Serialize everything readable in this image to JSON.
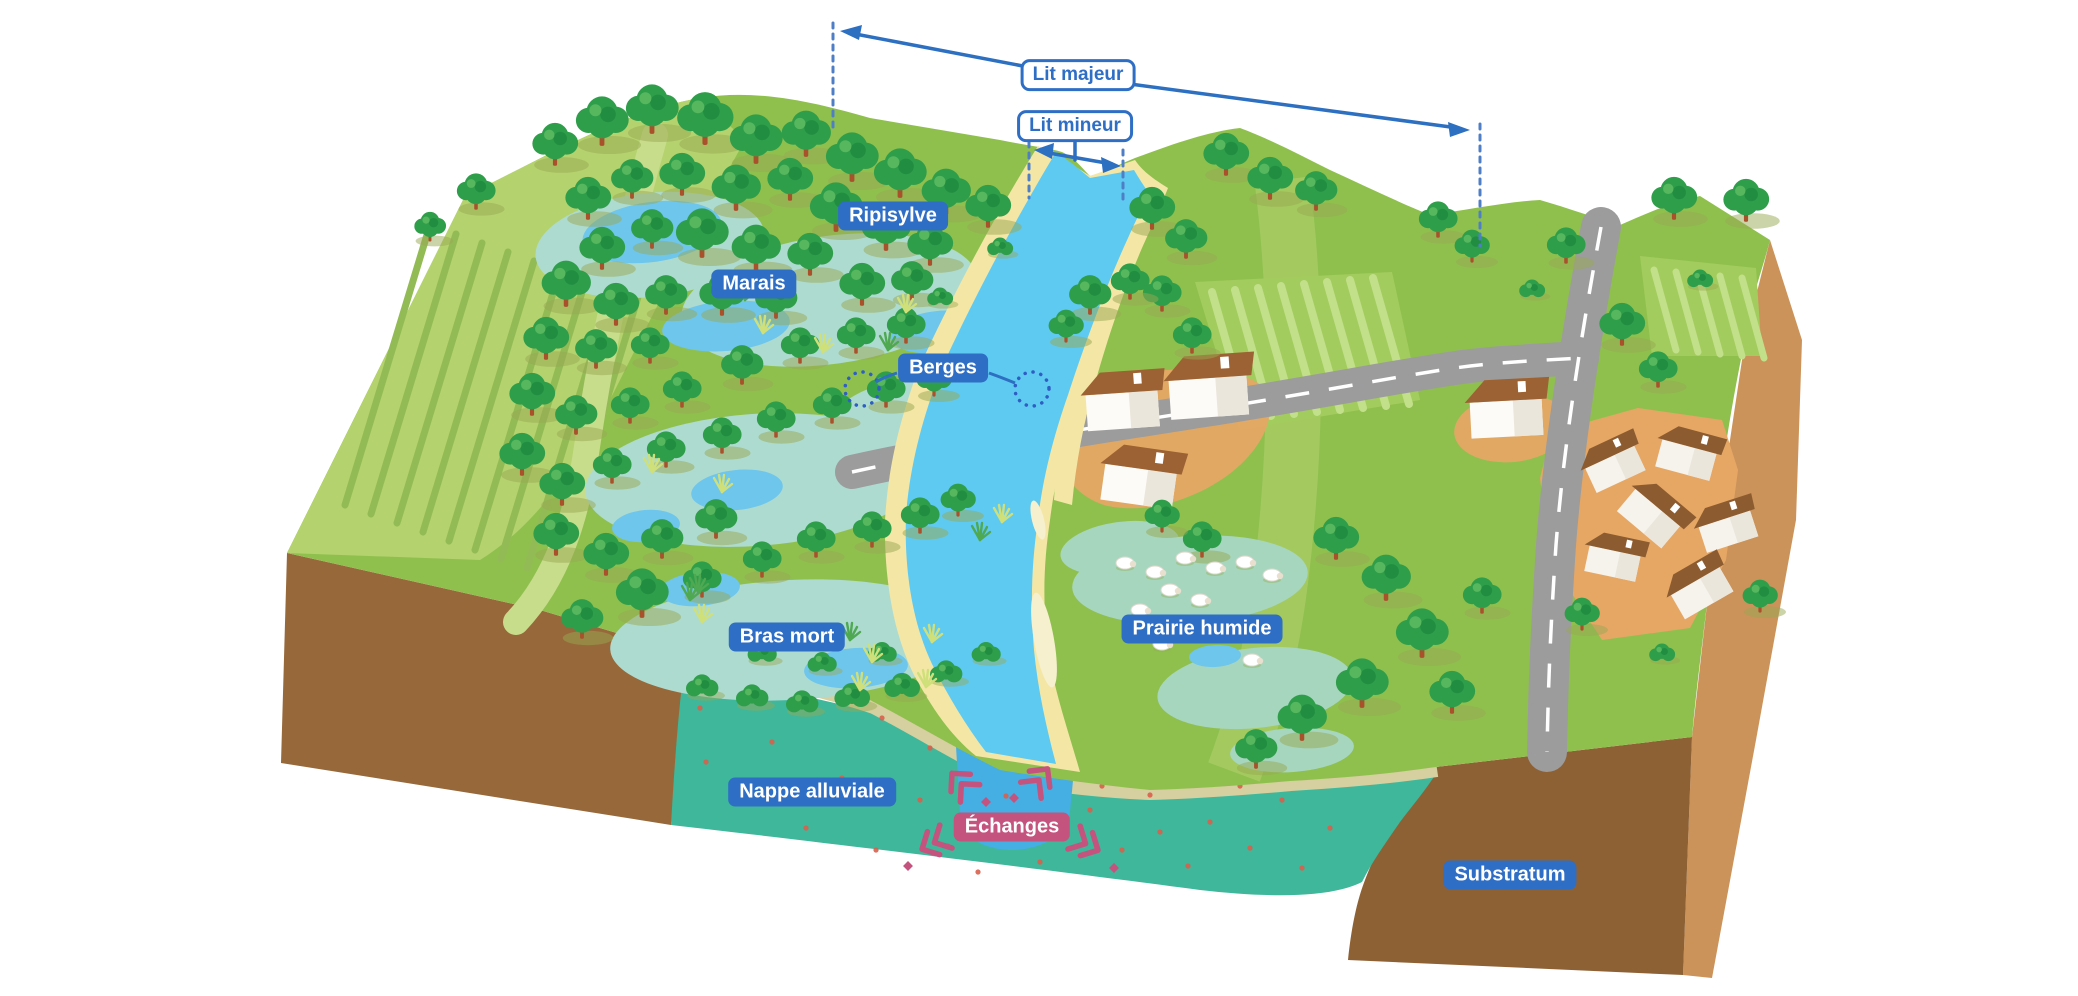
{
  "labels": {
    "lit_majeur": "Lit majeur",
    "lit_mineur": "Lit mineur",
    "ripisylve": "Ripisylve",
    "marais": "Marais",
    "berges": "Berges",
    "bras_mort": "Bras mort",
    "prairie_humide": "Prairie humide",
    "nappe_alluviale": "Nappe alluviale",
    "echanges": "Échanges",
    "substratum": "Substratum"
  },
  "colors": {
    "label_blue": "#2e6ec5",
    "label_pink": "#c4537e",
    "arrow_blue": "#2d6fc0",
    "dashed_blue": "#4e7fc6",
    "river_blue": "#5fcaf1",
    "groundwater_teal": "#3eb79a",
    "exchange_dot_red": "#d95f4d",
    "sand": "#f4e7a6",
    "grass_green": "#8fc04e",
    "marsh_teal": "#aedbd0",
    "substratum_brown": "#97683a",
    "block_front_brown": "#8d6134",
    "side_face_tan": "#cb935a",
    "road_gray": "#9c9c9c"
  }
}
